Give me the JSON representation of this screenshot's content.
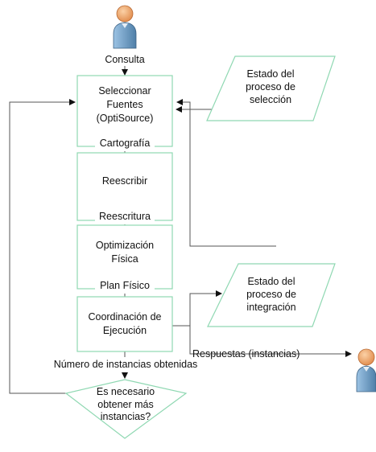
{
  "nodes": {
    "select": [
      "Seleccionar",
      "Fuentes",
      "(OptiSource)"
    ],
    "rewrite": [
      "Reescribir"
    ],
    "optimize": [
      "Optimización",
      "Física"
    ],
    "coord": [
      "Coordinación de",
      "Ejecución"
    ],
    "decision": [
      "Es necesario",
      "obtener más",
      "instancias?"
    ],
    "state_selection": [
      "Estado del",
      "proceso de",
      "selección"
    ],
    "state_integration": [
      "Estado del",
      "proceso de",
      "integración"
    ]
  },
  "edge_labels": {
    "query": "Consulta",
    "mapping": "Cartografía",
    "rewriting": "Reescritura",
    "physical_plan": "Plan Físico",
    "instances_obtained": "Número de instancias obtenidas",
    "responses": "Respuestas (instancias)"
  },
  "icons": {
    "input_actor": "user-icon",
    "output_actor": "user-icon"
  },
  "colors": {
    "box_border": "#8fd8b2",
    "line": "#555555",
    "user_head": "#f2a36a",
    "user_body": "#6f9dc4"
  }
}
